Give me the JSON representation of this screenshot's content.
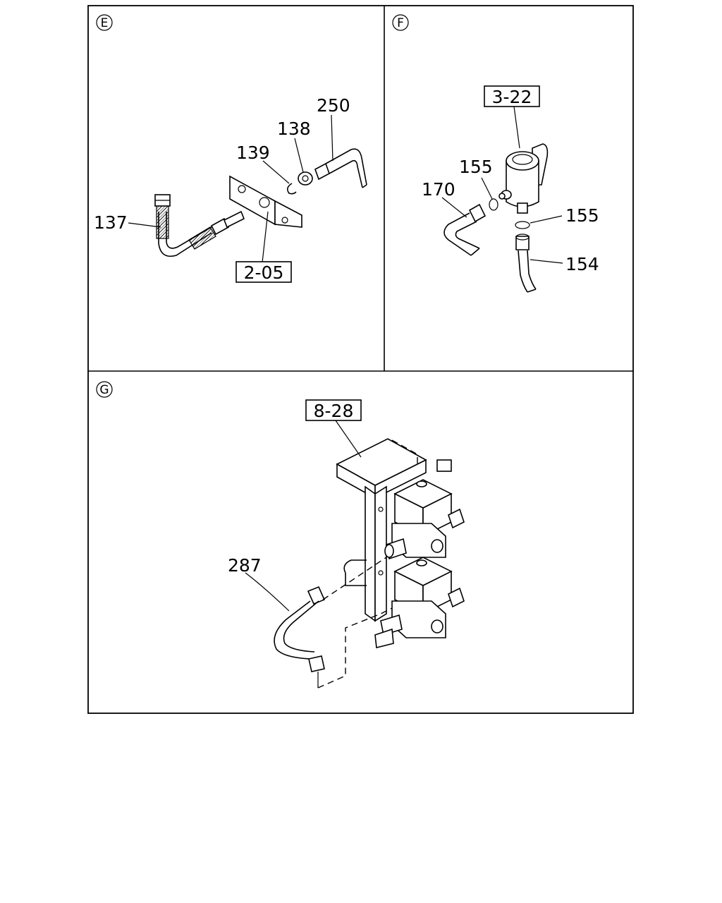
{
  "panels": {
    "E": {
      "badge": "E",
      "labels": {
        "p137": "137",
        "p139": "139",
        "p138": "138",
        "p250": "250"
      },
      "ref_box": "2-05"
    },
    "F": {
      "badge": "F",
      "labels": {
        "p155a": "155",
        "p170": "170",
        "p155b": "155",
        "p154": "154"
      },
      "ref_box": "3-22"
    },
    "G": {
      "badge": "G",
      "labels": {
        "p287": "287"
      },
      "ref_box": "8-28"
    }
  }
}
